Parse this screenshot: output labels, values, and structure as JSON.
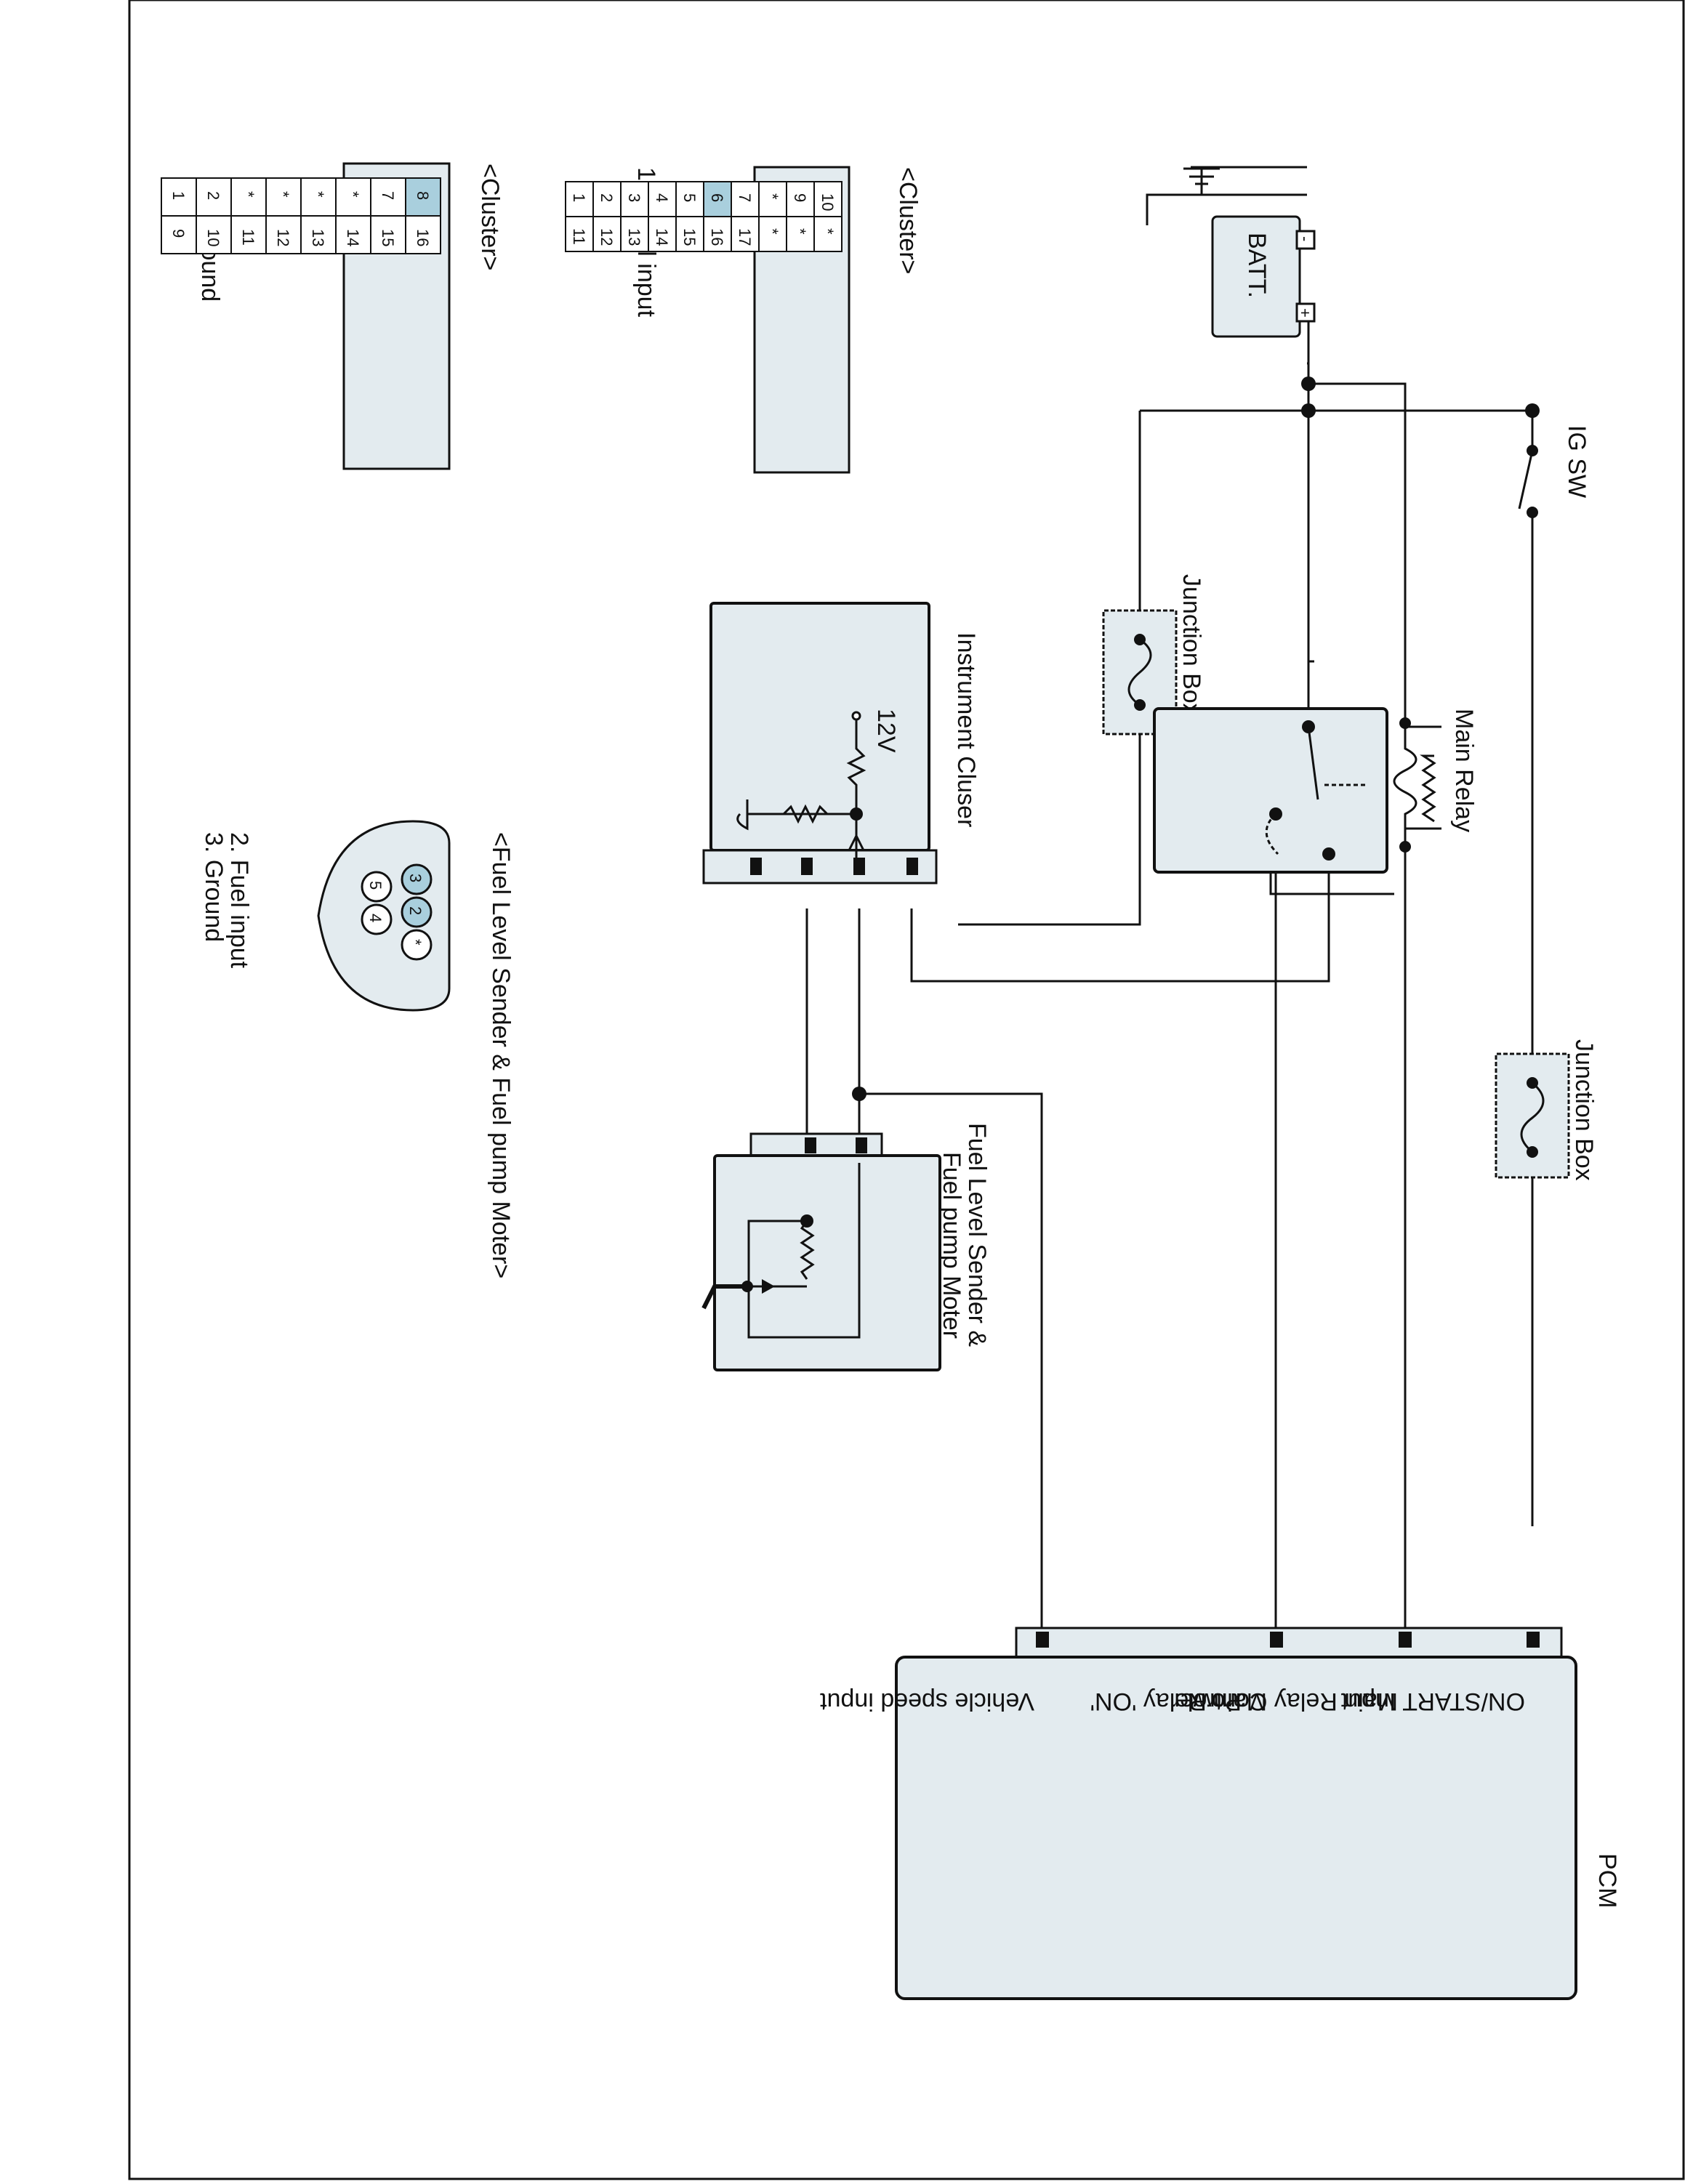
{
  "labels": {
    "batt": "BATT.",
    "ig_sw": "IG SW",
    "junction_box_top": "Junction Box",
    "junction_box_right": "Junction Box",
    "main_relay": "Main Relay",
    "instrument_cluster": "Instrument Cluser",
    "v12": "12V",
    "fuel_sender_1": "Fuel Level Sender &",
    "fuel_sender_2": "Fuel pump Moter",
    "pcm": "PCM",
    "on_start_input": "ON/START Input",
    "main_relay_control": "Main Relay Control",
    "main_relay_on_power_1": "Main Relay 'ON'",
    "main_relay_on_power_2": "Power",
    "vehicle_speed_input": "Vehicle speed input",
    "batt_minus": "-",
    "batt_plus": "+"
  },
  "connectors": {
    "cluster_a": {
      "title": "<Cluster>",
      "caption": "16. Fuel input",
      "row_top": [
        "10",
        "9",
        "*",
        "7",
        "6",
        "5",
        "4",
        "3",
        "2",
        "1"
      ],
      "row_bottom": [
        "*",
        "*",
        "*",
        "17",
        "16",
        "15",
        "14",
        "13",
        "12",
        "11"
      ],
      "highlight": "6"
    },
    "cluster_b": {
      "title": "<Cluster>",
      "caption": "16. Ground",
      "row_top": [
        "8",
        "7",
        "*",
        "*",
        "*",
        "*",
        "2",
        "1"
      ],
      "row_bottom": [
        "16",
        "15",
        "14",
        "13",
        "12",
        "11",
        "10",
        "9"
      ],
      "highlight": "8"
    },
    "fuel_sender": {
      "title": "<Fuel Level Sender & Fuel pump Moter>",
      "caption_1": "2. Fuel input",
      "caption_2": "3. Ground",
      "pins": [
        "3",
        "2",
        "*",
        "5",
        "4"
      ],
      "highlight": [
        "3",
        "2"
      ]
    }
  }
}
